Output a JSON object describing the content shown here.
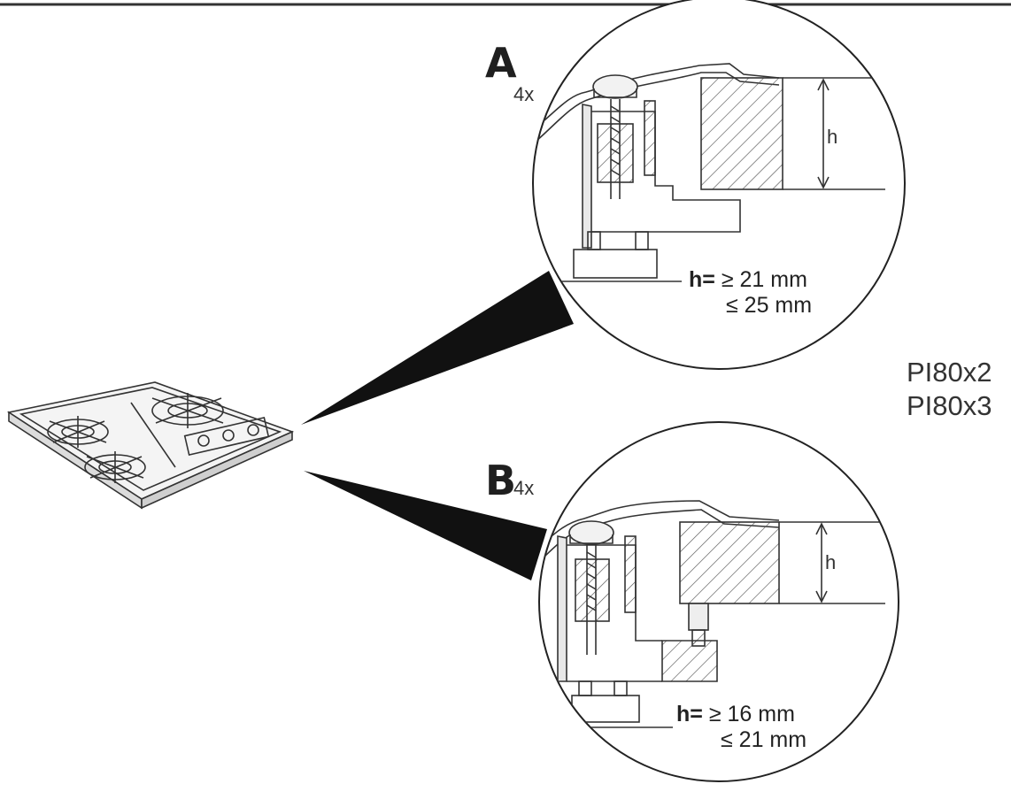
{
  "detail_a": {
    "label": "A",
    "multiplier": "4x",
    "dim_mark": "h",
    "h_prefix": "h=",
    "min": "≥ 21 mm",
    "max": "≤ 25 mm"
  },
  "detail_b": {
    "label": "B",
    "multiplier": "4x",
    "dim_mark": "h",
    "h_prefix": "h=",
    "min": "≥ 16 mm",
    "max": "≤ 21 mm"
  },
  "models": [
    "PI80x2",
    "PI80x3"
  ]
}
